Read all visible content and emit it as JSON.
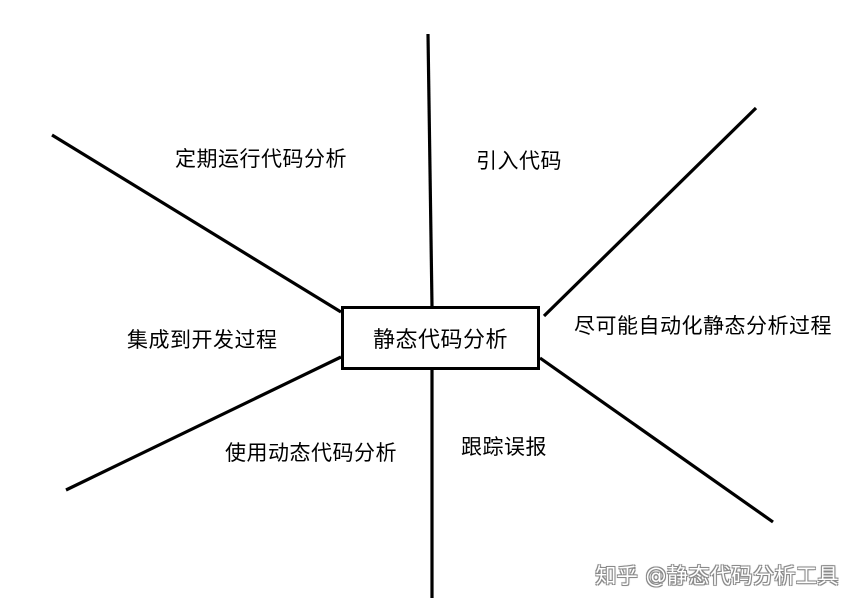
{
  "center": {
    "label": "静态代码分析"
  },
  "labels": {
    "top_left": "定期运行代码分析",
    "top_right": "引入代码",
    "left": "集成到开发过程",
    "right": "尽可能自动化静态分析过程",
    "bottom_left": "使用动态代码分析",
    "bottom_right": "跟踪误报"
  },
  "watermark": "知乎 @静态代码分析工具"
}
